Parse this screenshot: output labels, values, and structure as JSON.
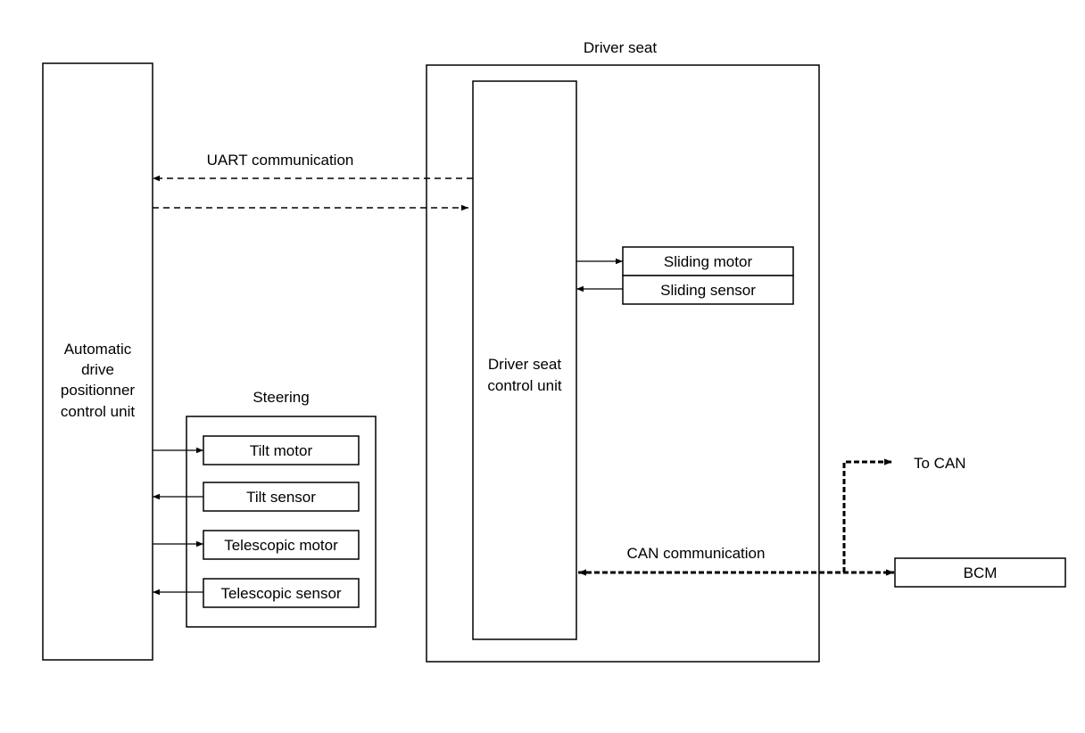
{
  "colors": {
    "stroke": "#000000",
    "background": "#ffffff"
  },
  "blocks": {
    "adp_unit": {
      "line1": "Automatic",
      "line2": "drive",
      "line3": "positionner",
      "line4": "control unit"
    },
    "steering": {
      "title": "Steering",
      "tilt_motor": "Tilt motor",
      "tilt_sensor": "Tilt sensor",
      "telescopic_motor": "Telescopic motor",
      "telescopic_sensor": "Telescopic sensor"
    },
    "driver_seat": {
      "title": "Driver seat",
      "control_unit_line1": "Driver seat",
      "control_unit_line2": "control unit",
      "sliding_motor": "Sliding motor",
      "sliding_sensor": "Sliding sensor"
    },
    "bcm": "BCM"
  },
  "links": {
    "uart": "UART communication",
    "can": "CAN communication",
    "to_can": "To CAN"
  }
}
